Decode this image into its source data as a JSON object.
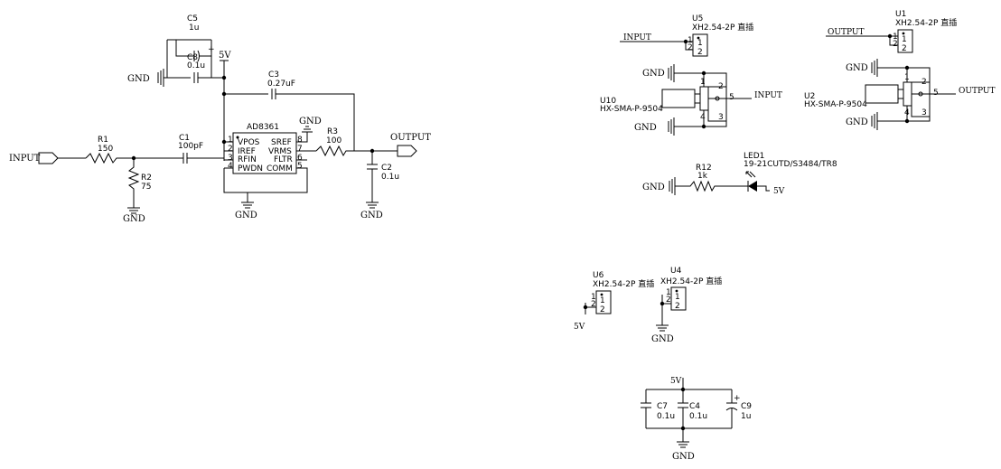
{
  "nets": {
    "input": "INPUT",
    "output": "OUTPUT",
    "gnd": "GND",
    "v5": "5V"
  },
  "components": {
    "c5": {
      "ref": "C5",
      "value": "1u",
      "polarity": "+"
    },
    "c8": {
      "ref": "C8",
      "value": "0.1u"
    },
    "c3": {
      "ref": "C3",
      "value": "0.27uF"
    },
    "c1": {
      "ref": "C1",
      "value": "100pF"
    },
    "c2": {
      "ref": "C2",
      "value": "0.1u"
    },
    "r1": {
      "ref": "R1",
      "value": "150"
    },
    "r2": {
      "ref": "R2",
      "value": "75"
    },
    "r3": {
      "ref": "R3",
      "value": "100"
    },
    "r12": {
      "ref": "R12",
      "value": "1k"
    },
    "led1": {
      "ref": "LED1",
      "value": "19-21CUTD/S3484/TR8"
    },
    "ic": {
      "ref": "AD8361",
      "pins": [
        {
          "num": "1",
          "name": "VPOS"
        },
        {
          "num": "2",
          "name": "IREF"
        },
        {
          "num": "3",
          "name": "RFIN"
        },
        {
          "num": "4",
          "name": "PWDN"
        },
        {
          "num": "8",
          "name": "SREF"
        },
        {
          "num": "7",
          "name": "VRMS"
        },
        {
          "num": "6",
          "name": "FLTR"
        },
        {
          "num": "5",
          "name": "COMM"
        }
      ]
    },
    "u5": {
      "ref": "U5",
      "value": "XH2.54-2P 直插"
    },
    "u1": {
      "ref": "U1",
      "value": "XH2.54-2P 直插"
    },
    "u6": {
      "ref": "U6",
      "value": "XH2.54-2P 直插"
    },
    "u4": {
      "ref": "U4",
      "value": "XH2.54-2P 直插"
    },
    "u10": {
      "ref": "U10",
      "value": "HX-SMA-P-9504"
    },
    "u2": {
      "ref": "U2",
      "value": "HX-SMA-P-9504"
    },
    "c7": {
      "ref": "C7",
      "value": "0.1u"
    },
    "c4": {
      "ref": "C4",
      "value": "0.1u"
    },
    "c9": {
      "ref": "C9",
      "value": "1u",
      "polarity": "+"
    }
  },
  "pins": {
    "p1": "1",
    "p2": "2",
    "p3": "3",
    "p4": "4",
    "p5": "5"
  }
}
